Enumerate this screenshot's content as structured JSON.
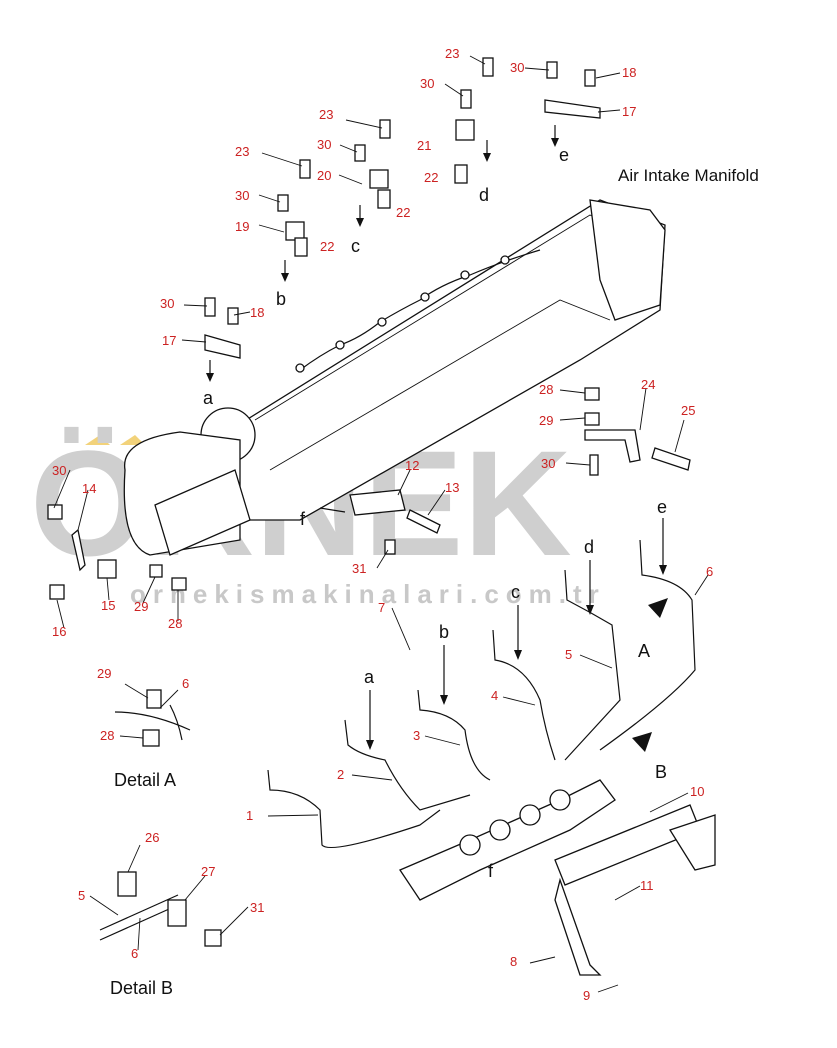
{
  "title": "Air Intake Manifold",
  "watermark": {
    "brand": "ÖRNEK",
    "url": "ornekismakinalari.com.tr"
  },
  "details": {
    "a": "Detail A",
    "b": "Detail B"
  },
  "view_markers": {
    "A": "A",
    "B": "B"
  },
  "route_letters": [
    "a",
    "b",
    "c",
    "d",
    "e",
    "f"
  ],
  "callouts": [
    "1",
    "2",
    "3",
    "4",
    "5",
    "6",
    "7",
    "8",
    "9",
    "10",
    "11",
    "12",
    "13",
    "14",
    "15",
    "16",
    "17",
    "18",
    "19",
    "20",
    "21",
    "22",
    "23",
    "24",
    "25",
    "26",
    "27",
    "28",
    "29",
    "30",
    "31"
  ],
  "colors": {
    "callout": "#cc2222",
    "ink": "#111111",
    "watermark": "#cfcfcf",
    "watermark_accent": "#f2d27a"
  }
}
